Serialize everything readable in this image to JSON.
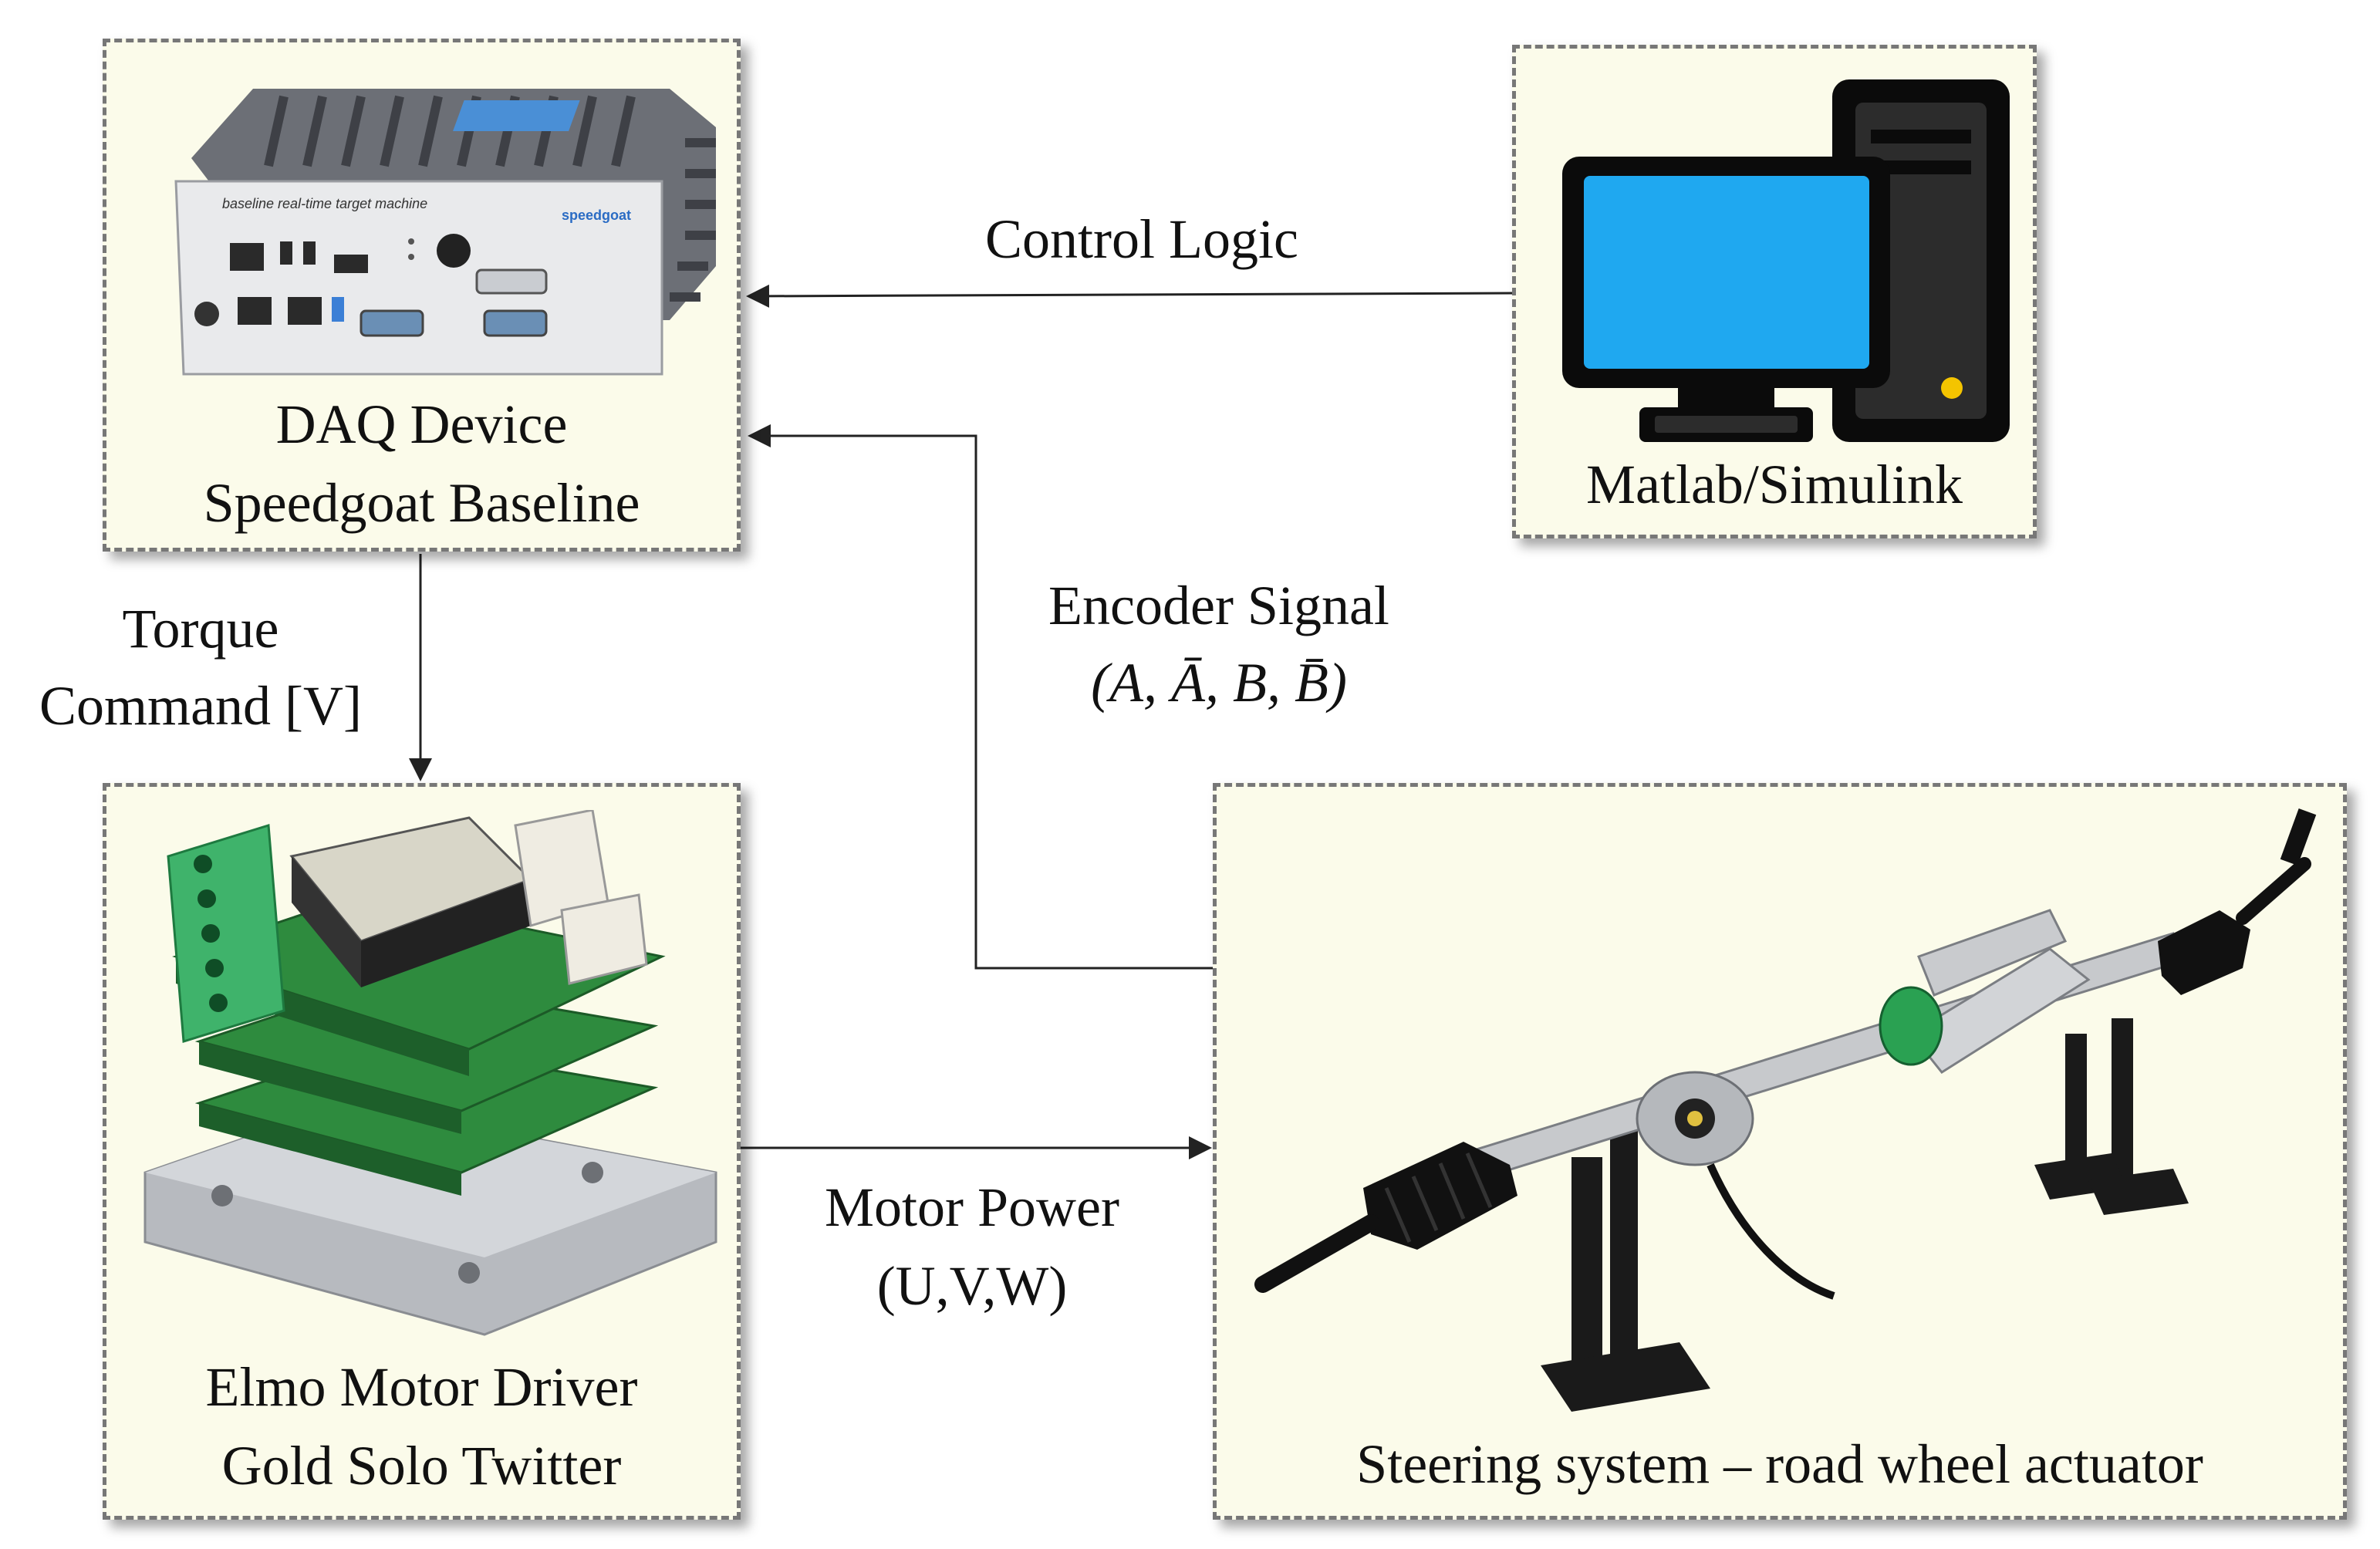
{
  "nodes": {
    "daq": {
      "line1": "DAQ Device",
      "line2": "Speedgoat Baseline",
      "device_text": "baseline real-time target machine",
      "brand": "speedgoat"
    },
    "pc": {
      "line1": "Matlab/Simulink"
    },
    "driver": {
      "line1": "Elmo Motor Driver",
      "line2": "Gold Solo Twitter"
    },
    "steering": {
      "line1": "Steering system – road wheel actuator"
    }
  },
  "edges": {
    "control": {
      "line1": "Control Logic"
    },
    "encoder": {
      "line1": "Encoder Signal",
      "line2": "(A, Ā, B, B̄)"
    },
    "torque": {
      "line1": "Torque",
      "line2": "Command [V]"
    },
    "motor": {
      "line1": "Motor Power",
      "line2": "(U,V,W)"
    }
  },
  "colors": {
    "box_fill": "#fbfbea",
    "box_border": "#777777",
    "screen": "#1fa8f0",
    "pcb_green": "#2e8b3e",
    "terminal": "#3fb36b",
    "line": "#222222"
  },
  "icons": [
    "daq-device-image",
    "desktop-computer-icon",
    "motor-driver-image",
    "steering-rack-image"
  ]
}
